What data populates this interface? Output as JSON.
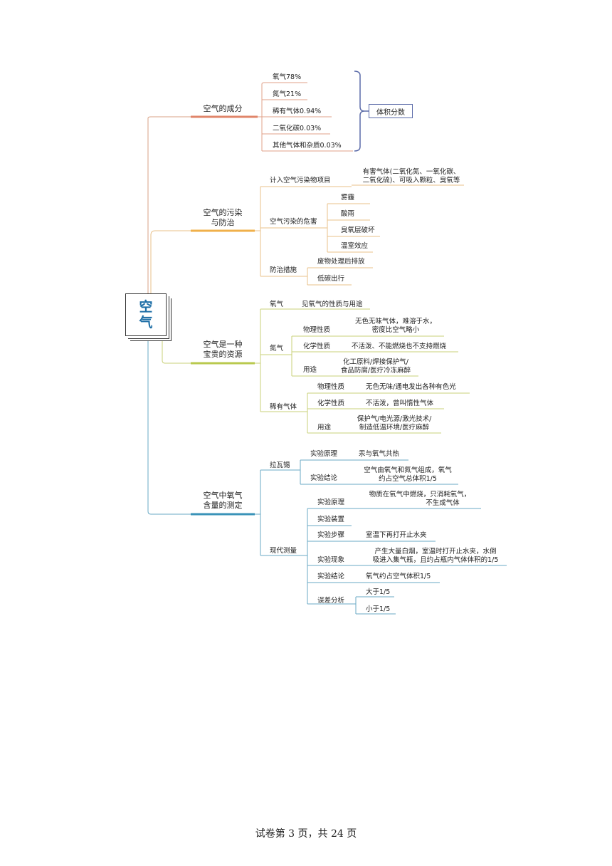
{
  "root": {
    "line1": "空",
    "line2": "气"
  },
  "note_box": "体积分数",
  "branches": {
    "b1": {
      "label": "空气的成分",
      "items": [
        "氧气78%",
        "氮气21%",
        "稀有气体0.94%",
        "二氧化碳0.03%",
        "其他气体和杂质0.03%"
      ]
    },
    "b2": {
      "label_1": "空气的污染",
      "label_2": "与防治",
      "pollutants": {
        "label": "计入空气污染物项目",
        "text_1": "有害气体(二氧化氮、一氧化碳、",
        "text_2": "二氧化硫)、可吸入颗粒、臭氧等"
      },
      "harm": {
        "label": "空气污染的危害",
        "items": [
          "雾霾",
          "酸雨",
          "臭氧层破坏",
          "温室效应"
        ]
      },
      "measures": {
        "label": "防治措施",
        "items": [
          "废物处理后排放",
          "低碳出行"
        ]
      }
    },
    "b3": {
      "label_1": "空气是一种",
      "label_2": "宝贵的资源",
      "oxygen": {
        "label": "氧气",
        "value": "见氧气的性质与用途"
      },
      "nitrogen": {
        "label": "氮气",
        "physical": {
          "label": "物理性质",
          "value_1": "无色无味气体，难溶于水，",
          "value_2": "密度比空气略小"
        },
        "chemical": {
          "label": "化学性质",
          "value": "不活泼、不能燃烧也不支持燃烧"
        },
        "use": {
          "label": "用途",
          "value_1": "化工原料/焊接保护气/",
          "value_2": "食品防腐/医疗冷冻麻醉"
        }
      },
      "noble": {
        "label": "稀有气体",
        "physical": {
          "label": "物理性质",
          "value": "无色无味/通电发出各种有色光"
        },
        "chemical": {
          "label": "化学性质",
          "value": "不活泼，曾叫惰性气体"
        },
        "use": {
          "label": "用途",
          "value_1": "保护气/电光源/激光技术/",
          "value_2": "制造低温环境/医疗麻醉"
        }
      }
    },
    "b4": {
      "label_1": "空气中氧气",
      "label_2": "含量的测定",
      "lavoisier": {
        "label": "拉瓦锡",
        "principle": {
          "label": "实验原理",
          "value": "汞与氧气共热"
        },
        "conclusion": {
          "label": "实验结论",
          "value_1": "空气由氧气和氮气组成，氧气",
          "value_2": "约占空气总体积1/5"
        }
      },
      "modern": {
        "label": "现代测量",
        "principle": {
          "label": "实验原理",
          "value_1": "物质在氧气中燃烧，只消耗氧气，",
          "value_2": "不生成气体"
        },
        "device": {
          "label": "实验装置"
        },
        "steps": {
          "label": "实验步骤",
          "value": "室温下再打开止水夹"
        },
        "phenomenon": {
          "label": "实验现象",
          "value_1": "产生大量白烟，室温时打开止水夹，水倒",
          "value_2": "吸进入集气瓶，且约占瓶内气体体积的1/5"
        },
        "conclusion": {
          "label": "实验结论",
          "value": "氧气约占空气体积1/5"
        },
        "error": {
          "label": "误差分析",
          "items": [
            "大于1/5",
            "小于1/5"
          ]
        }
      }
    }
  },
  "colors": {
    "b1": "#e0856a",
    "b2": "#f0b04a",
    "b3": "#b9c94e",
    "b4": "#3a93b8",
    "note": "#5a6aa8"
  },
  "footer": "试卷第 3 页，共 24 页"
}
